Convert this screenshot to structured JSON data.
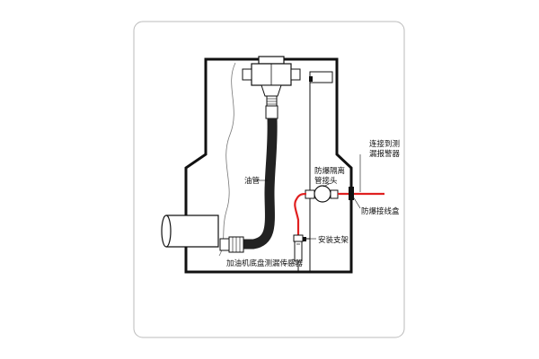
{
  "labels": {
    "oil_pipe": "油管",
    "explosion_proof_connector_line1": "防爆隔离",
    "explosion_proof_connector_line2": "管接头",
    "connect_alarm_line1": "连接到测",
    "connect_alarm_line2": "漏报警器",
    "junction_box": "防爆接线盒",
    "bracket": "安装支架",
    "sensor": "加油机底盘测漏传感器"
  },
  "colors": {
    "frame_border": "#bbbbbb",
    "outline": "#111111",
    "oil_pipe": "#222222",
    "cable": "#e02020",
    "background": "#ffffff"
  }
}
